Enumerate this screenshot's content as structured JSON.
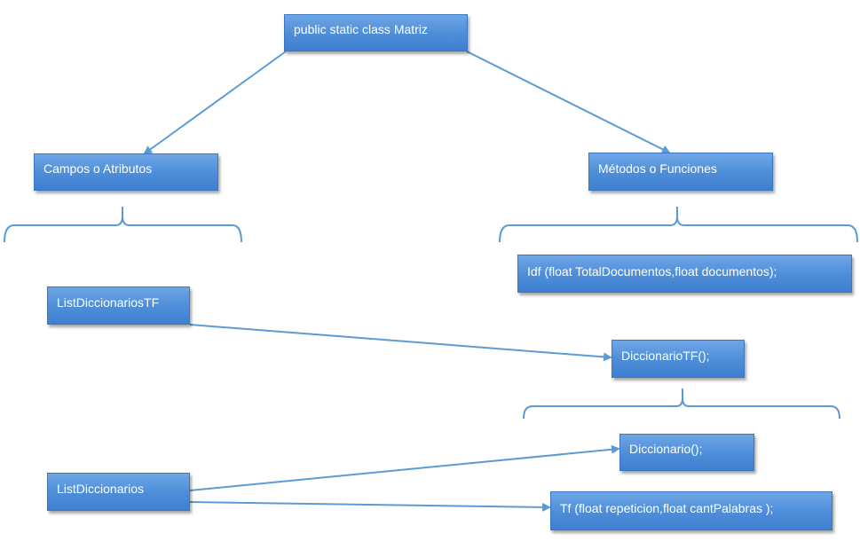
{
  "diagram": {
    "colors": {
      "box_fill": "#4f8fd9",
      "box_text": "#ffffff",
      "connector": "#5b9bd5"
    },
    "nodes": {
      "matriz": "public static class Matriz",
      "campos": "Campos o Atributos",
      "metodos": "Métodos o Funciones",
      "idf": "Idf (float TotalDocumentos,float documentos);",
      "list_diccionarios_tf": "ListDiccionariosTF",
      "diccionario_tf": "DiccionarioTF();",
      "diccionario": "Diccionario();",
      "list_diccionarios": "ListDiccionarios",
      "tf": "Tf (float repeticion,float cantPalabras );"
    },
    "edges": [
      {
        "from": "matriz",
        "to": "campos",
        "style": "arrow"
      },
      {
        "from": "matriz",
        "to": "metodos",
        "style": "arrow"
      },
      {
        "from": "list_diccionarios_tf",
        "to": "diccionario_tf",
        "style": "arrow"
      },
      {
        "from": "list_diccionarios",
        "to": "diccionario",
        "style": "arrow"
      },
      {
        "from": "list_diccionarios",
        "to": "tf",
        "style": "arrow"
      }
    ],
    "braces": [
      {
        "under": "campos"
      },
      {
        "under": "metodos"
      },
      {
        "under": "diccionario_tf"
      }
    ]
  }
}
